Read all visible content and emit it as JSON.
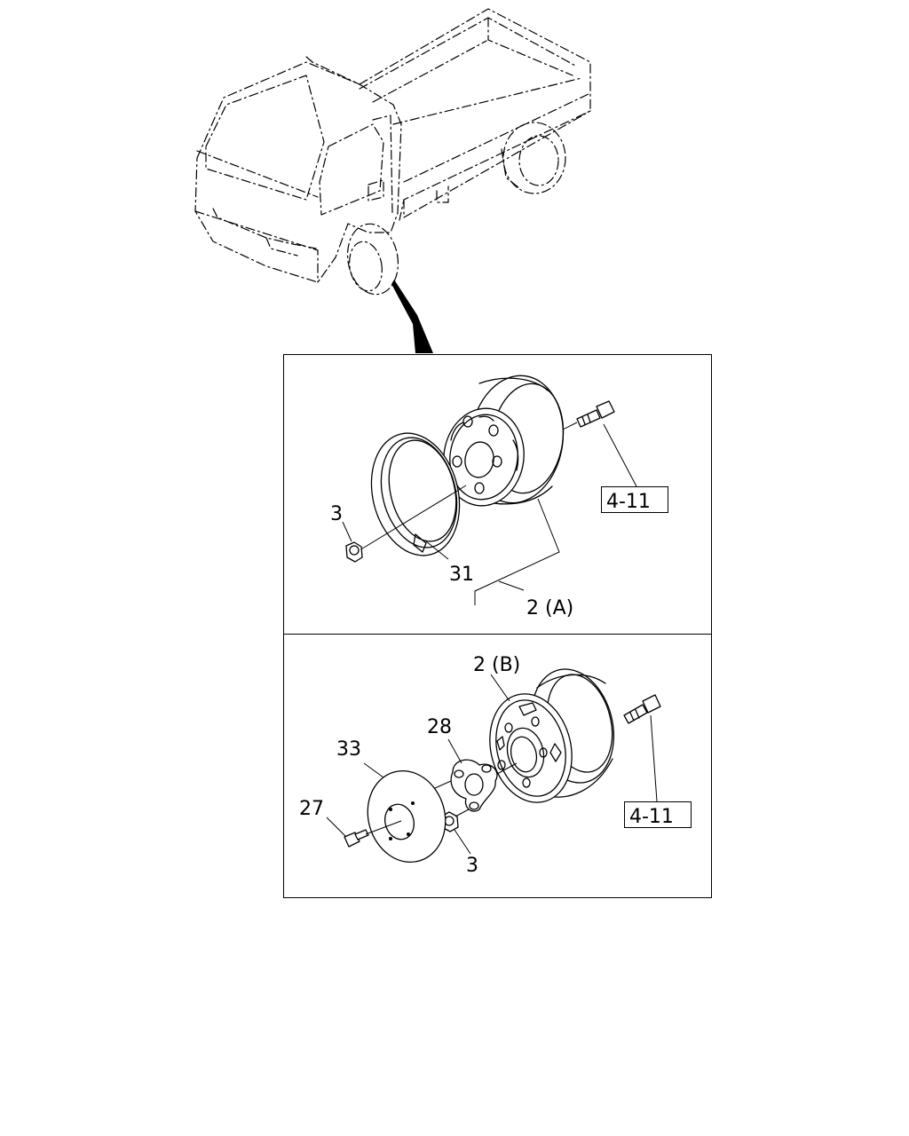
{
  "callouts": {
    "top_ref": "4-11",
    "bottom_ref": "4-11",
    "p3_top": "3",
    "p31": "31",
    "p2a": "2 (A)",
    "p2b": "2 (B)",
    "p28": "28",
    "p33": "33",
    "p27": "27",
    "p3_bottom": "3"
  }
}
